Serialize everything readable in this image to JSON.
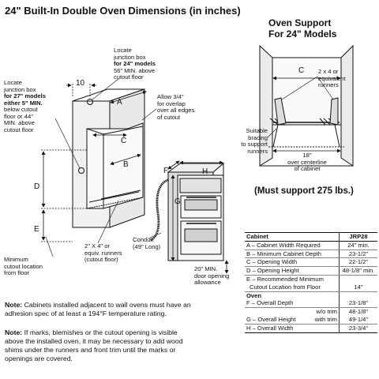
{
  "main_title": "24\" Built-In Double Oven Dimensions (in inches)",
  "support_title_line1": "Oven Support",
  "support_title_line2": "For 24\" Models",
  "support_requirement": "(Must support 275 lbs.)",
  "callouts": {
    "junction_24_a": "Locate",
    "junction_24_b": "junction box",
    "junction_24_c": "for 24\" models",
    "junction_24_d": "56\" MIN. above",
    "junction_24_e": "cutout floor",
    "junction_27_a": "Locate",
    "junction_27_b": "junction box",
    "junction_27_c": "for 27\" models",
    "junction_27_d": "either 5\" MIN.",
    "junction_27_e": "below cutout",
    "junction_27_f": "floor or 44\"",
    "junction_27_g": "MIN. above",
    "junction_27_h": "cutout floor",
    "overlap_a": "Allow 3/4\"",
    "overlap_b": "for overlap",
    "overlap_c": "over all edges",
    "overlap_d": "of cutout",
    "runners_a": "2\" X 4\" or",
    "runners_b": "equiv. runners",
    "runners_c": "(cutout floor)",
    "conduit_a": "Conduit",
    "conduit_b": "(49\" Long)",
    "door_a": "20\" MIN.",
    "door_b": "door opening",
    "door_c": "allowance",
    "min_cutout_a": "Minimum",
    "min_cutout_b": "cutout location",
    "min_cutout_c": "from floor",
    "support_runners_a": "2 x 4 or",
    "support_runners_b": "equivalent",
    "support_runners_c": "runners",
    "bracing_a": "Suitable",
    "bracing_b": "bracing",
    "bracing_c": "to support",
    "bracing_d": "runners",
    "centerline_a": "18\"",
    "centerline_b": "over centerline",
    "centerline_c": "of cabinet"
  },
  "dim_letters": {
    "ten": "10",
    "a": "A",
    "b": "B",
    "c": "C",
    "d": "D",
    "e": "E",
    "f": "F",
    "g": "G",
    "h": "H",
    "c_support": "C"
  },
  "table": {
    "cabinet_header": "Cabinet",
    "model_header": "JRP28",
    "cabinet_rows": [
      {
        "label": "A – Cabinet Width Required",
        "value": "24\" min."
      },
      {
        "label": "B – Minimum Cabinet Depth",
        "value": "23-1/2\""
      },
      {
        "label": "C – Opening Width",
        "value": "22-1/2\""
      },
      {
        "label": "D – Opening Height",
        "value": "48-1/8\" min."
      },
      {
        "label": "E – Recommended Minimum",
        "value": ""
      },
      {
        "label": "Cutout Location from Floor",
        "value": "14\""
      }
    ],
    "oven_header": "Oven",
    "oven_rows": [
      {
        "label": "F – Overall Depth",
        "sub": "",
        "value": "23-1/8\""
      },
      {
        "label": "",
        "sub": "w/o trim",
        "value": "48-1/8\""
      },
      {
        "label": "G – Overall Height",
        "sub": "with trim",
        "value": "49-1/4\""
      },
      {
        "label": "H – Overall Width",
        "sub": "",
        "value": "23-3/4\""
      }
    ]
  },
  "notes": {
    "note_label": "Note:",
    "note1_line1": "Cabinets installed adjacent to wall ovens must have an",
    "note1_line2": "adhesion spec of at least a 194°F temperature rating.",
    "note2_line1": "If marks, blemishes or the cutout opening is visible",
    "note2_line2": "above the installed oven, it may be necessary to add wood",
    "note2_line3": "shims under the runners and front trim until the marks or",
    "note2_line4": "openings are covered."
  }
}
